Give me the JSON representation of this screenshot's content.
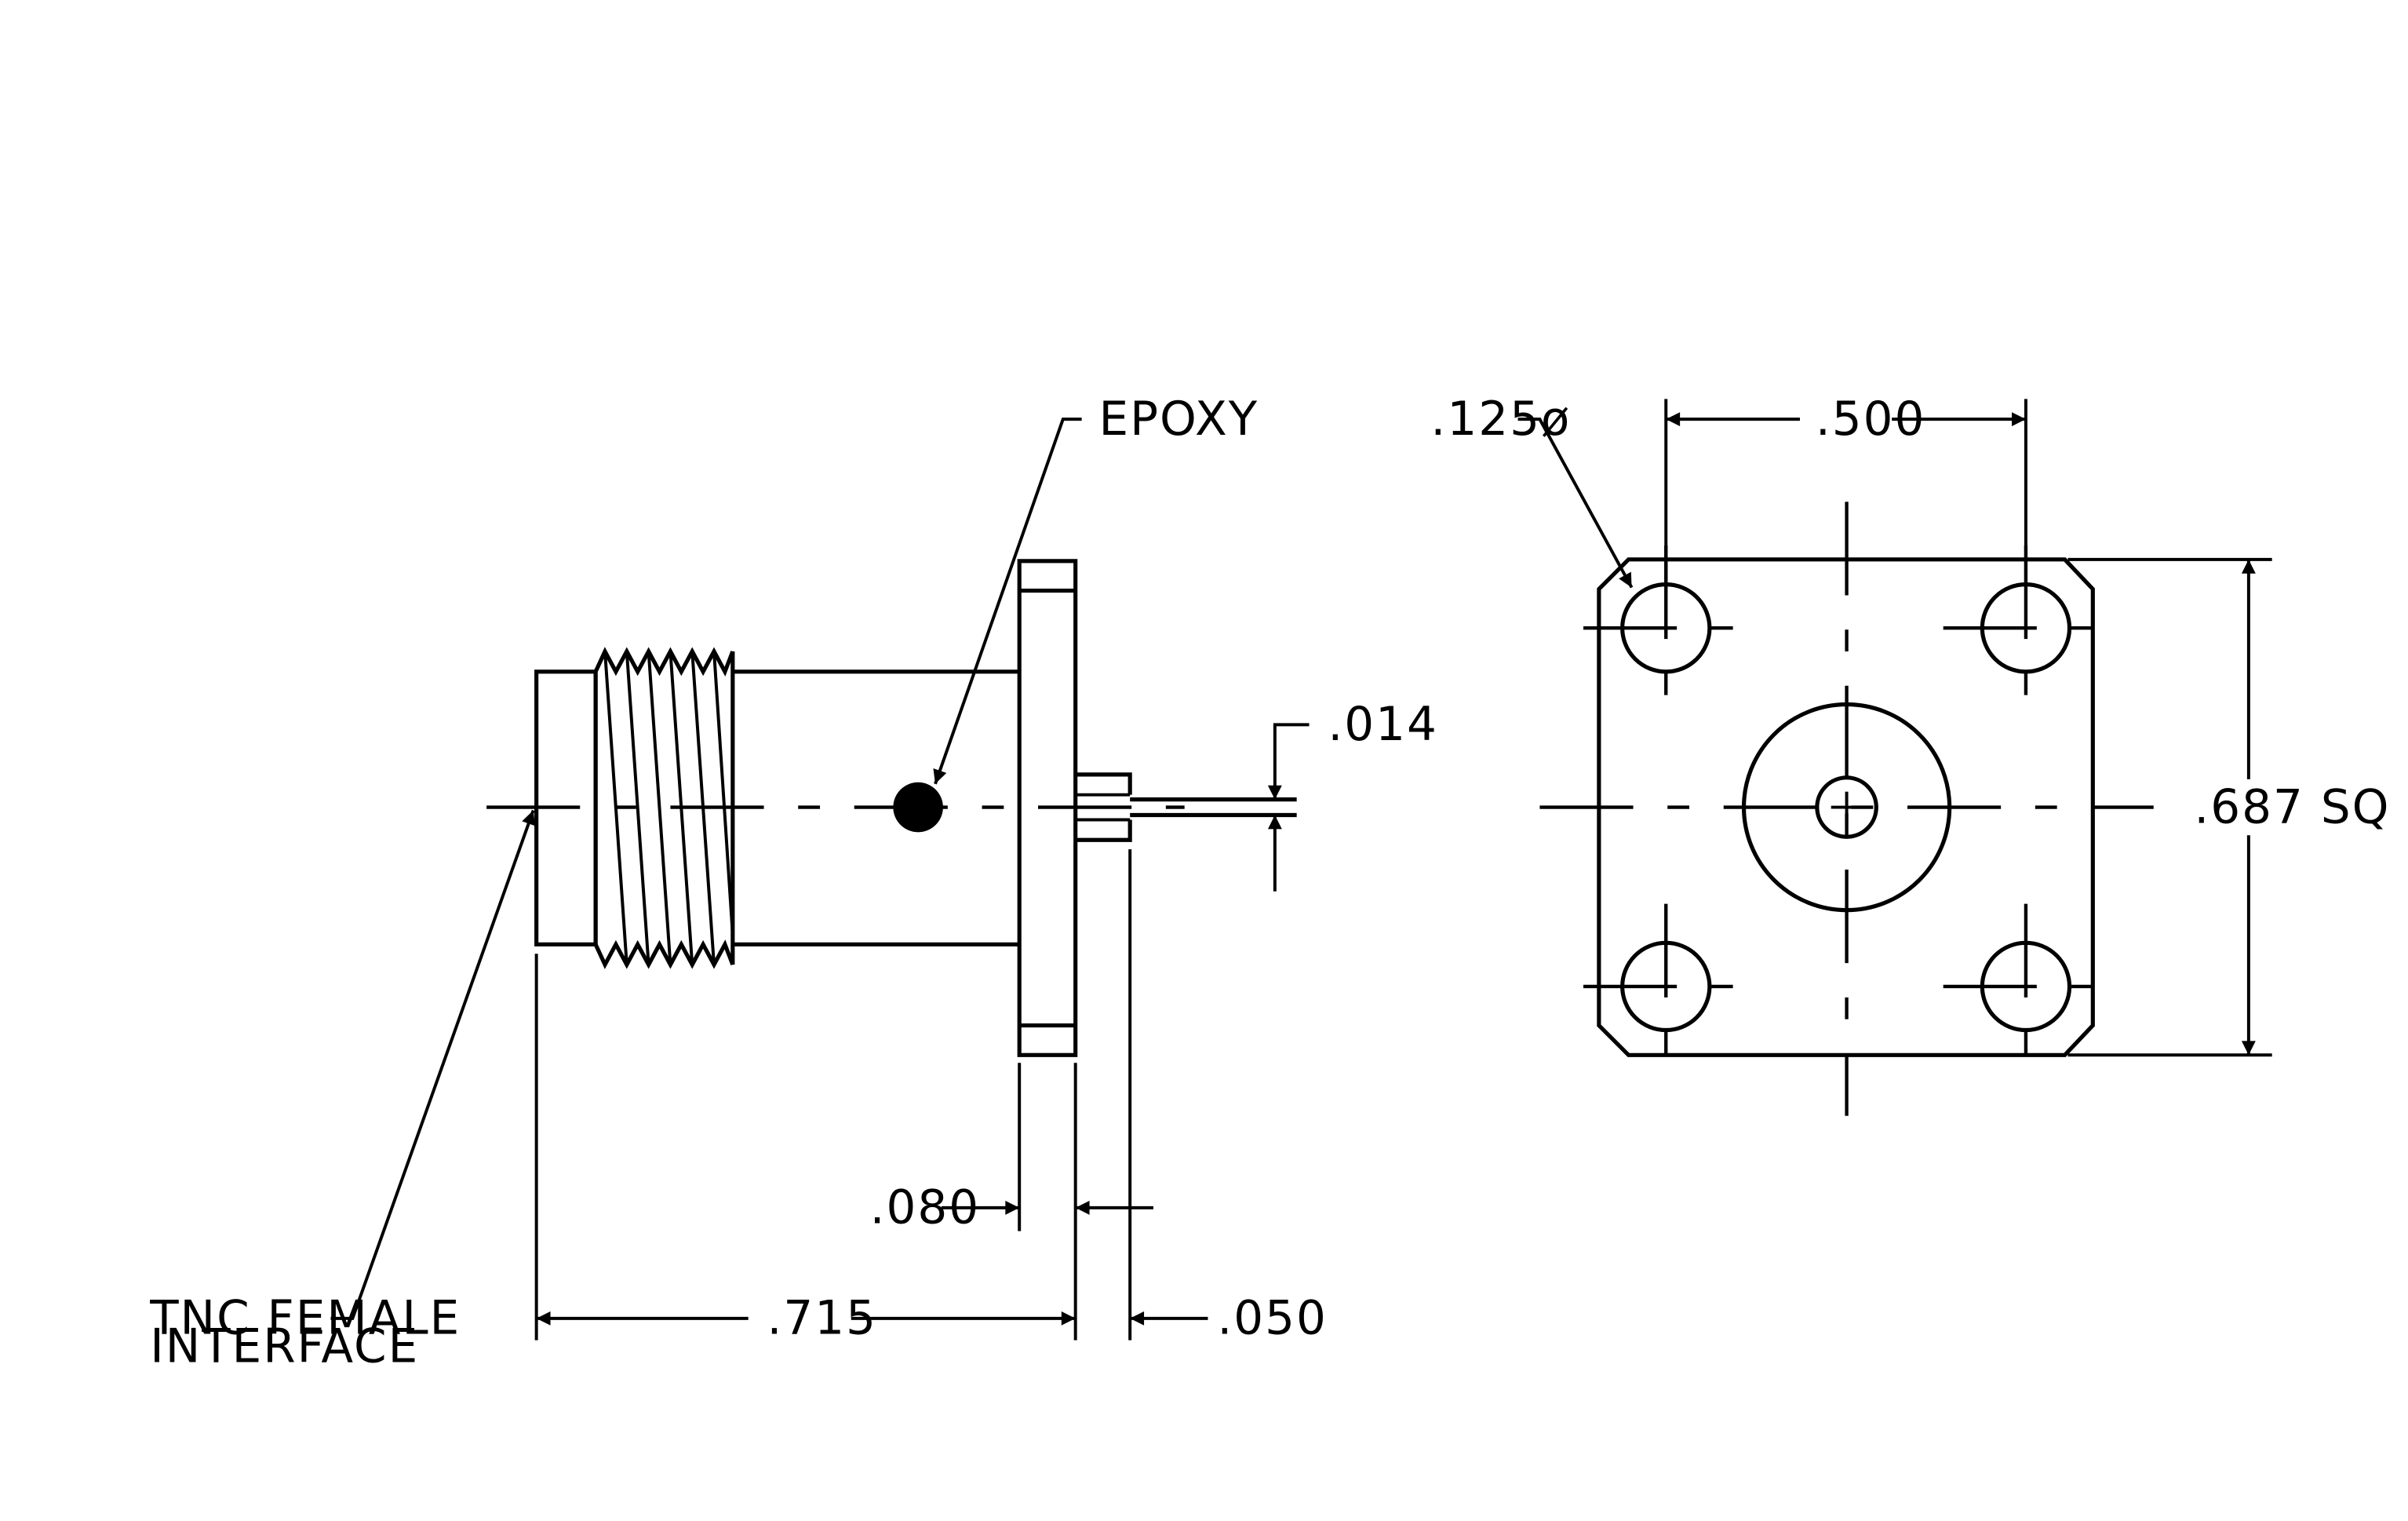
{
  "labels": {
    "epoxy": "EPOXY",
    "tnc_female_line1": "TNC FEMALE",
    "tnc_female_line2": "INTERFACE",
    "hole_diameter": ".125ø",
    "hole_spacing": ".500",
    "flange_square": ".687 SQ",
    "pin_diameter": ".014",
    "flange_thickness": ".080",
    "overall_length": ".715",
    "pin_protrusion": ".050"
  }
}
